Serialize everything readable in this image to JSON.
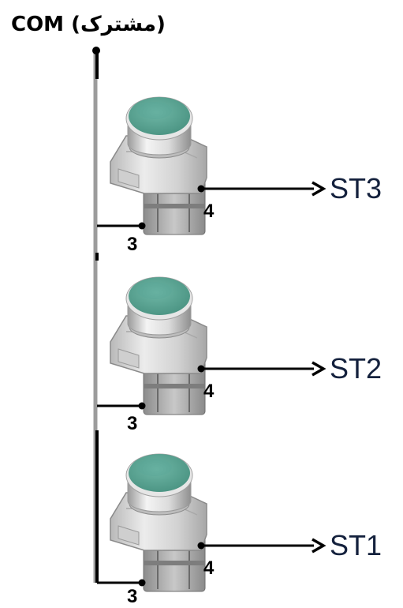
{
  "common_label": "COM (مشترک)",
  "switches": [
    {
      "output": "ST3",
      "pin_in": "3",
      "pin_out": "4",
      "button_color": "#5aa797"
    },
    {
      "output": "ST2",
      "pin_in": "3",
      "pin_out": "4",
      "button_color": "#5aa797"
    },
    {
      "output": "ST1",
      "pin_in": "3",
      "pin_out": "4",
      "button_color": "#5aa797"
    }
  ]
}
